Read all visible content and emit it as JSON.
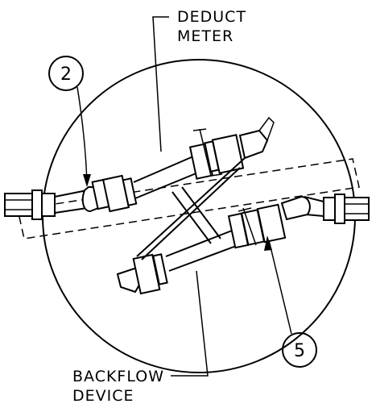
{
  "labels": {
    "deduct_meter_line1": "DEDUCT",
    "deduct_meter_line2": "METER",
    "backflow_line1": "BACKFLOW",
    "backflow_line2": "DEVICE"
  },
  "callouts": {
    "left": "2",
    "right": "5"
  },
  "colors": {
    "ink": "#000000",
    "paper": "#ffffff"
  }
}
